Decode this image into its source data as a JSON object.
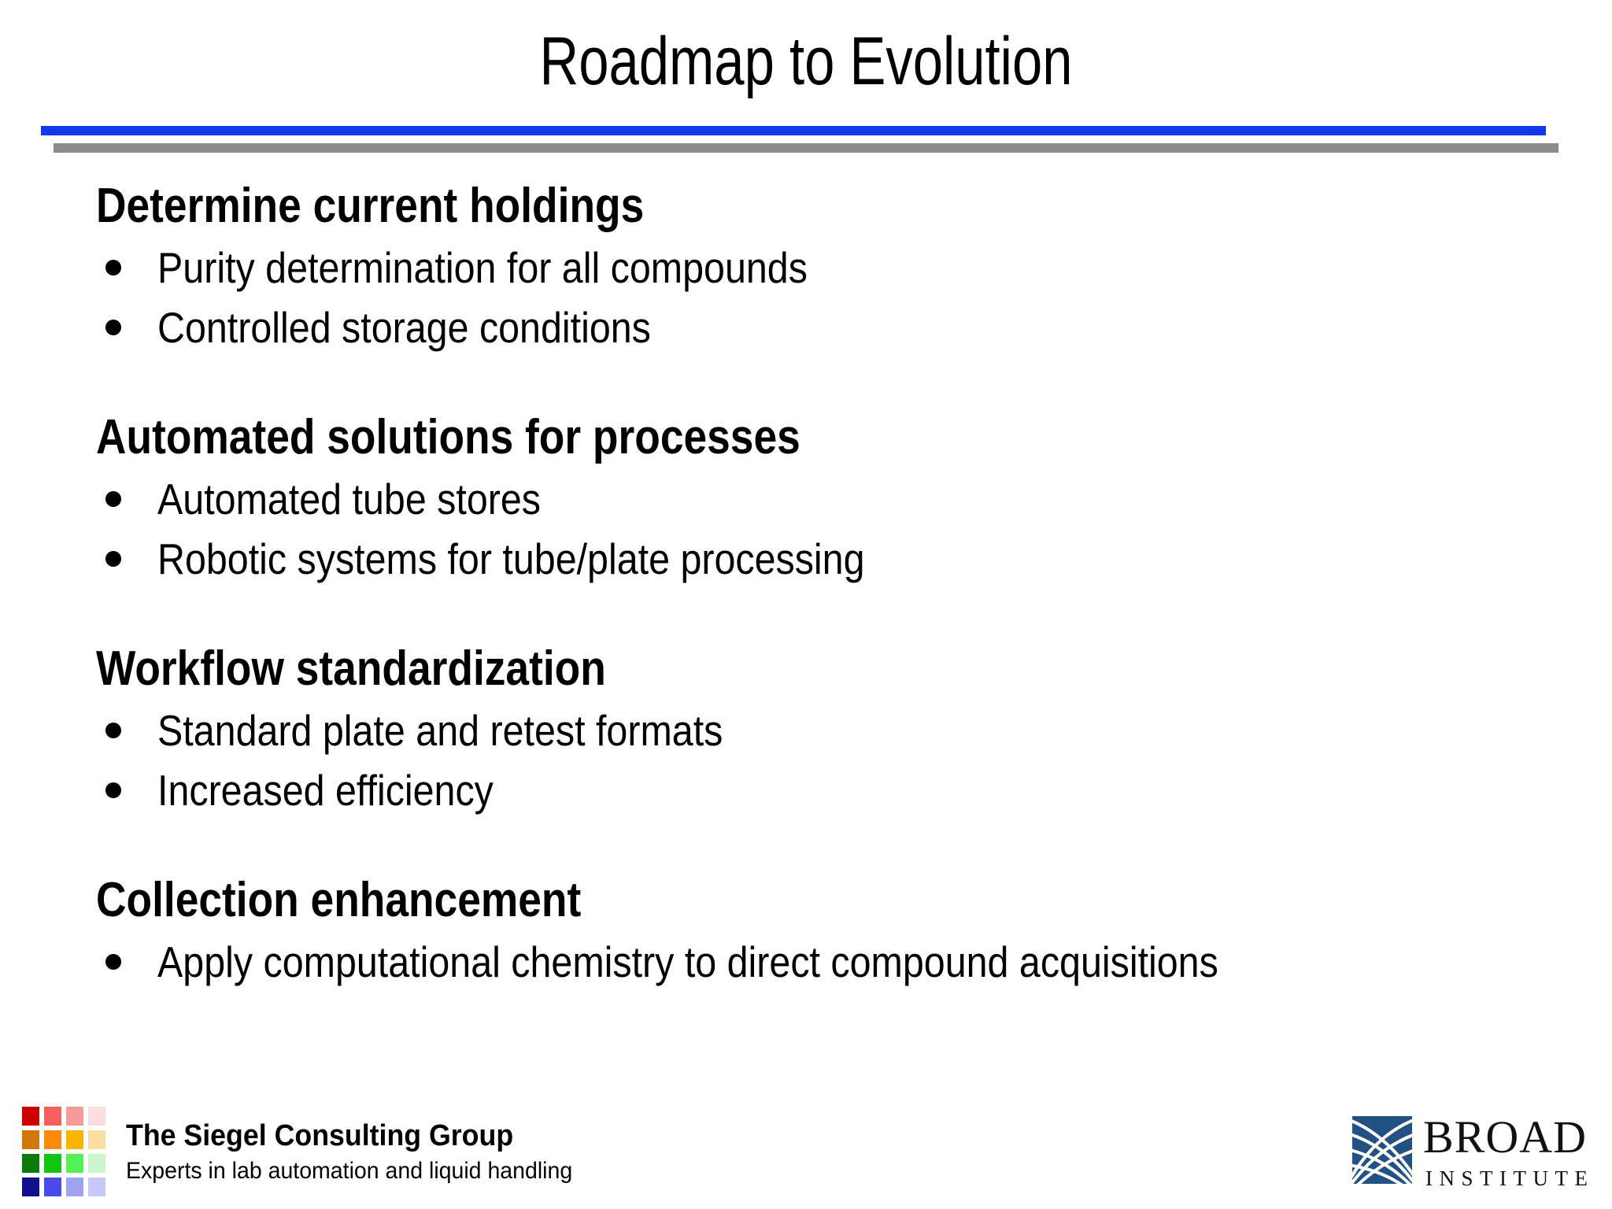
{
  "slide": {
    "title": "Roadmap to Evolution",
    "divider": {
      "blue_color": "#1337ef",
      "gray_color": "#8c8c8c"
    },
    "sections": [
      {
        "heading": "Determine current holdings",
        "bullets": [
          "Purity determination for all compounds",
          "Controlled storage conditions"
        ]
      },
      {
        "heading": "Automated solutions for processes",
        "bullets": [
          "Automated tube stores",
          "Robotic systems for tube/plate processing"
        ]
      },
      {
        "heading": "Workflow standardization",
        "bullets": [
          "Standard plate and retest formats",
          "Increased efficiency"
        ]
      },
      {
        "heading": "Collection enhancement",
        "bullets": [
          "Apply computational chemistry to direct compound acquisitions"
        ]
      }
    ]
  },
  "footer": {
    "siegel": {
      "name": "The Siegel Consulting Group",
      "tagline": "Experts in lab automation and liquid handling",
      "swatches": [
        [
          "#cc0000",
          "#f6605c",
          "#f79a9a",
          "#fbdfe0"
        ],
        [
          "#d2780a",
          "#fa8c0a",
          "#fbb400",
          "#fadda0"
        ],
        [
          "#0a7a0a",
          "#10c410",
          "#52f254",
          "#cdf5cb"
        ],
        [
          "#10108c",
          "#4a4ae8",
          "#a0a4ef",
          "#c6c8f7"
        ]
      ]
    },
    "broad": {
      "name": "BROAD",
      "subtitle": "INSTITUTE",
      "mark_color": "#225184",
      "mark_name": "broad-institute-arcs-mark"
    }
  }
}
